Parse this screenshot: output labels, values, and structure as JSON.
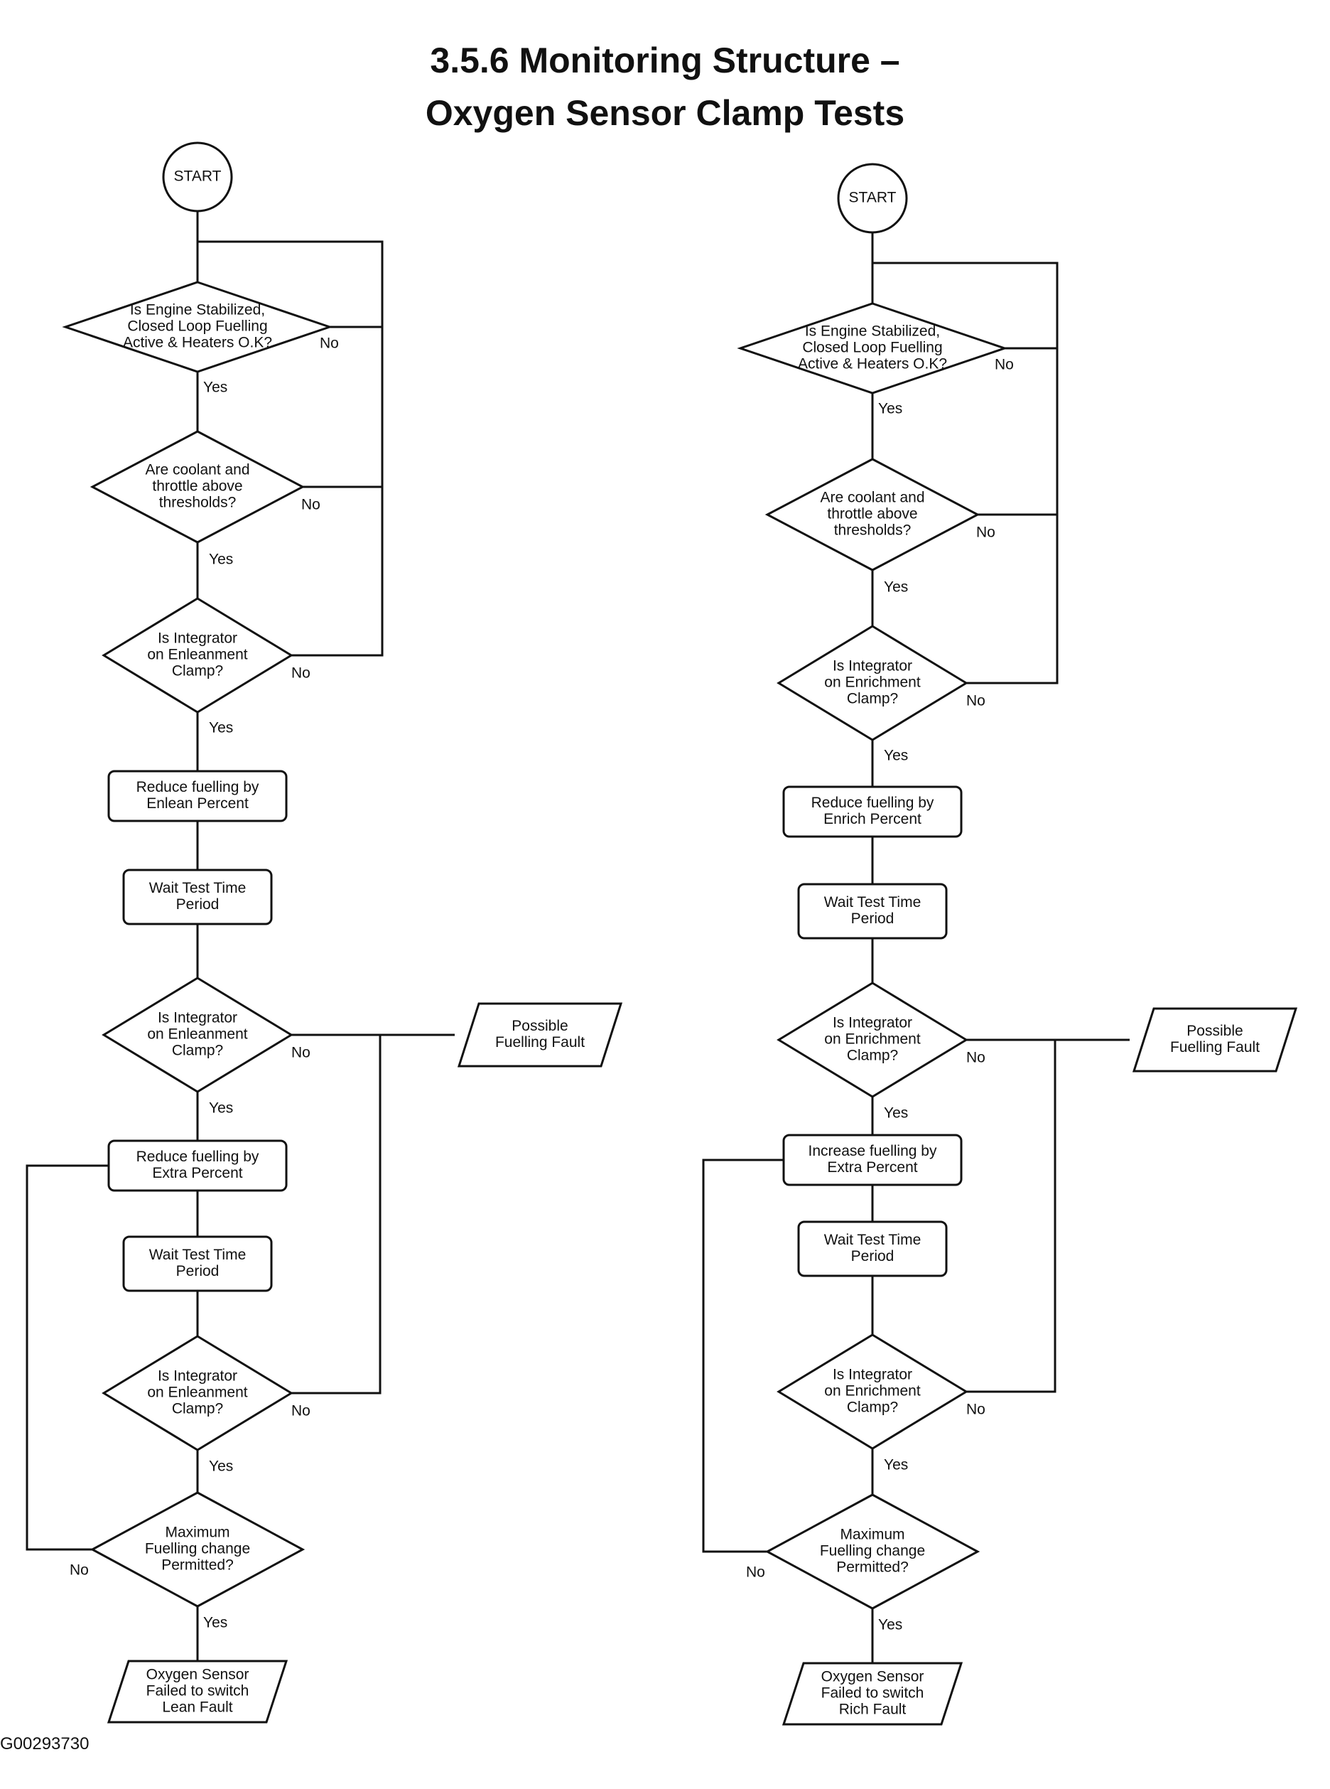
{
  "title": {
    "line1": "3.5.6   Monitoring Structure –",
    "line2": "Oxygen Sensor Clamp Tests"
  },
  "footer_id": "G00293730",
  "labels": {
    "yes": "Yes",
    "no": "No"
  },
  "left_flow": {
    "start": "START",
    "d1": [
      "Is Engine Stabilized,",
      "Closed Loop Fuelling",
      "Active & Heaters O.K?"
    ],
    "d2": [
      "Are coolant and",
      "throttle above",
      "thresholds?"
    ],
    "d3": [
      "Is Integrator",
      "on Enleanment",
      "Clamp?"
    ],
    "p1": [
      "Reduce fuelling by",
      "Enlean Percent"
    ],
    "p2": [
      "Wait Test Time",
      "Period"
    ],
    "d4": [
      "Is Integrator",
      "on Enleanment",
      "Clamp?"
    ],
    "fault": [
      "Possible",
      "Fuelling Fault"
    ],
    "p3": [
      "Reduce fuelling by",
      "Extra Percent"
    ],
    "p4": [
      "Wait Test Time",
      "Period"
    ],
    "d5": [
      "Is Integrator",
      "on Enleanment",
      "Clamp?"
    ],
    "d6": [
      "Maximum",
      "Fuelling change",
      "Permitted?"
    ],
    "end": [
      "Oxygen Sensor",
      "Failed to switch",
      "Lean Fault"
    ]
  },
  "right_flow": {
    "start": "START",
    "d1": [
      "Is Engine Stabilized,",
      "Closed Loop Fuelling",
      "Active & Heaters O.K?"
    ],
    "d2": [
      "Are coolant and",
      "throttle above",
      "thresholds?"
    ],
    "d3": [
      "Is Integrator",
      "on Enrichment",
      "Clamp?"
    ],
    "p1": [
      "Reduce fuelling by",
      "Enrich Percent"
    ],
    "p2": [
      "Wait Test Time",
      "Period"
    ],
    "d4": [
      "Is Integrator",
      "on Enrichment",
      "Clamp?"
    ],
    "fault": [
      "Possible",
      "Fuelling Fault"
    ],
    "p3": [
      "Increase fuelling by",
      "Extra Percent"
    ],
    "p4": [
      "Wait Test Time",
      "Period"
    ],
    "d5": [
      "Is Integrator",
      "on Enrichment",
      "Clamp?"
    ],
    "d6": [
      "Maximum",
      "Fuelling change",
      "Permitted?"
    ],
    "end": [
      "Oxygen Sensor",
      "Failed to switch",
      "Rich Fault"
    ]
  }
}
